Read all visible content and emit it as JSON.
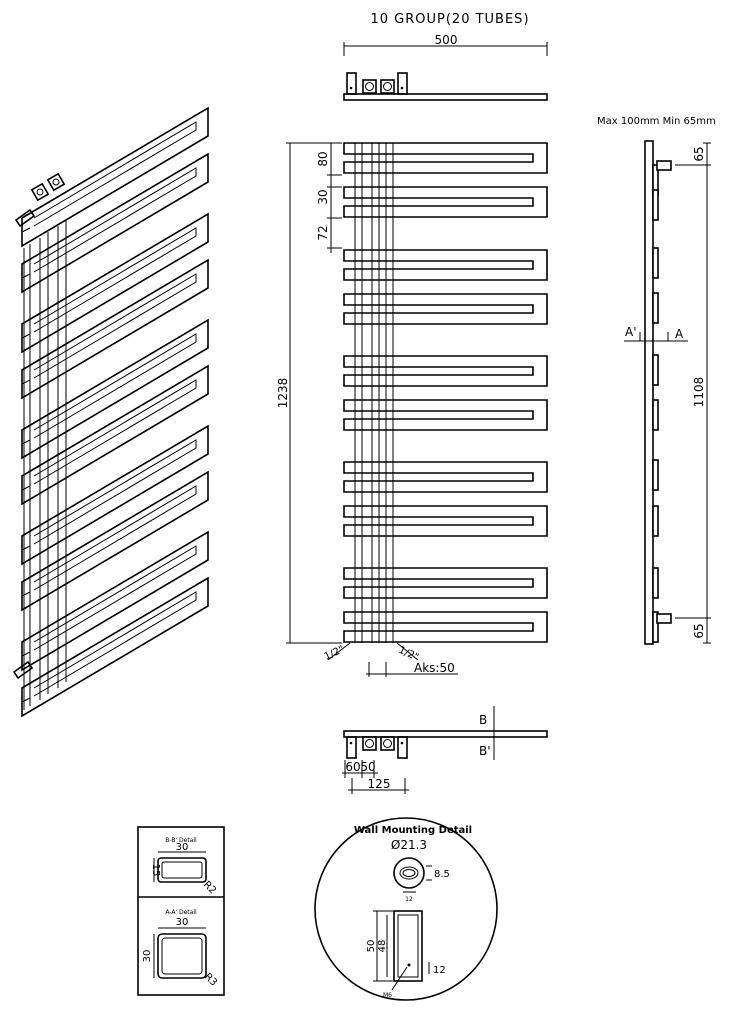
{
  "title": "10 GROUP(20 TUBES)",
  "top_view": {
    "width_label": "500"
  },
  "front_view": {
    "height_label": "1238",
    "dim_80": "80",
    "dim_30": "30",
    "dim_72": "72",
    "inlet_left": "1/2\"",
    "inlet_right": "1/2\"",
    "aks_label": "Aks:50"
  },
  "side_view": {
    "max_min_label": "Max 100mm Min 65mm",
    "top_offset": "65",
    "bottom_offset": "65",
    "bracket_span": "1108",
    "section_left": "A'",
    "section_right": "A"
  },
  "bottom_view": {
    "section_b": "B",
    "section_b_prime": "B'",
    "dim_60": "60",
    "dim_50": "50",
    "dim_125": "125"
  },
  "profile_details": {
    "bb_title": "B-B' Detail",
    "bb_width": "30",
    "bb_height": "15",
    "bb_radius": "R2",
    "aa_title": "A-A' Detail",
    "aa_width": "30",
    "aa_height": "30",
    "aa_radius": "R3"
  },
  "wall_mounting": {
    "title": "Wall Mounting Detail",
    "diameter": "Ø21.3",
    "dim_8_5": "8.5",
    "dim_12_top": "12",
    "dim_50": "50",
    "dim_48": "48",
    "dim_12_bottom": "12",
    "screw": "M6"
  }
}
